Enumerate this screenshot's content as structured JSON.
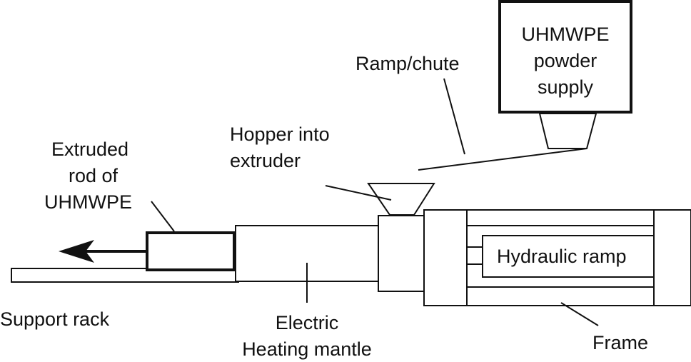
{
  "labels": {
    "powder_supply": [
      "UHMWPE",
      "powder",
      "supply"
    ],
    "ramp_chute": "Ramp/chute",
    "hopper": [
      "Hopper into",
      "extruder"
    ],
    "extruded_rod": [
      "Extruded",
      "rod of",
      "UHMWPE"
    ],
    "hydraulic_ramp": "Hydraulic ramp",
    "support_rack": "Support rack",
    "heating_mantle": [
      "Electric",
      "Heating mantle"
    ],
    "frame": "Frame"
  }
}
